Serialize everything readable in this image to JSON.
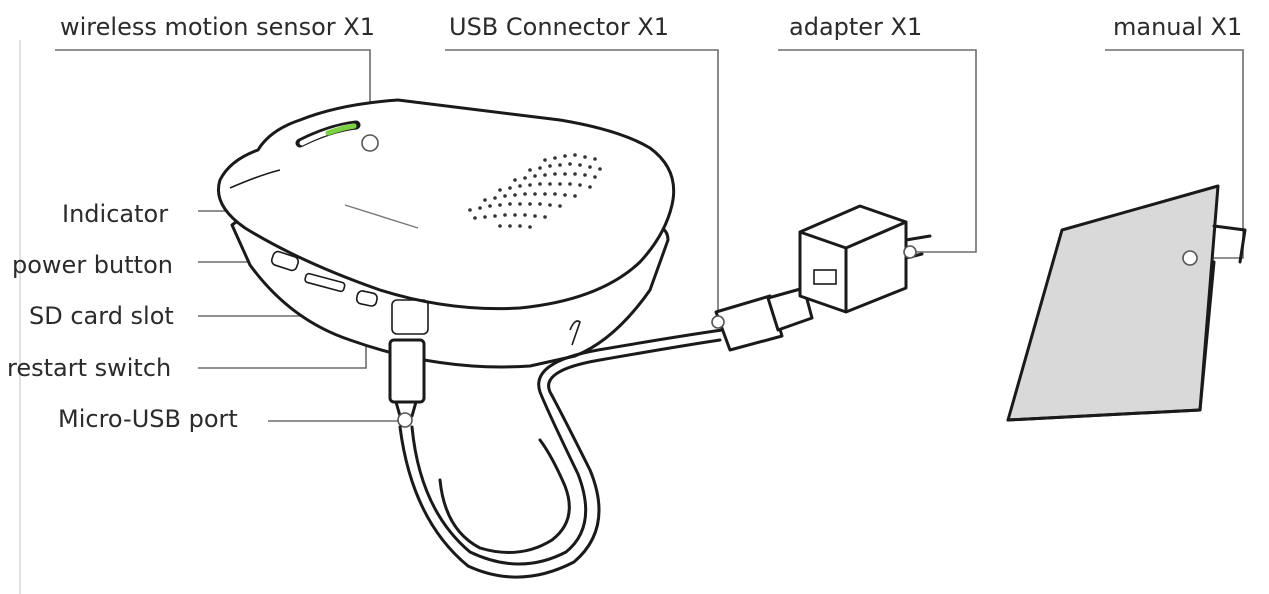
{
  "labels": {
    "sensor": "wireless motion sensor X1",
    "usb_connector": "USB Connector X1",
    "adapter": "adapter X1",
    "manual": "manual X1",
    "indicator": "Indicator",
    "power_button": "power button",
    "sd_card_slot": "SD card slot",
    "restart_switch": "restart switch",
    "micro_usb_port": "Micro-USB port"
  },
  "colors": {
    "indicator_light": "#7bd142",
    "manual_paper": "#d9d9d9",
    "leader_line": "#6d6d6d"
  }
}
